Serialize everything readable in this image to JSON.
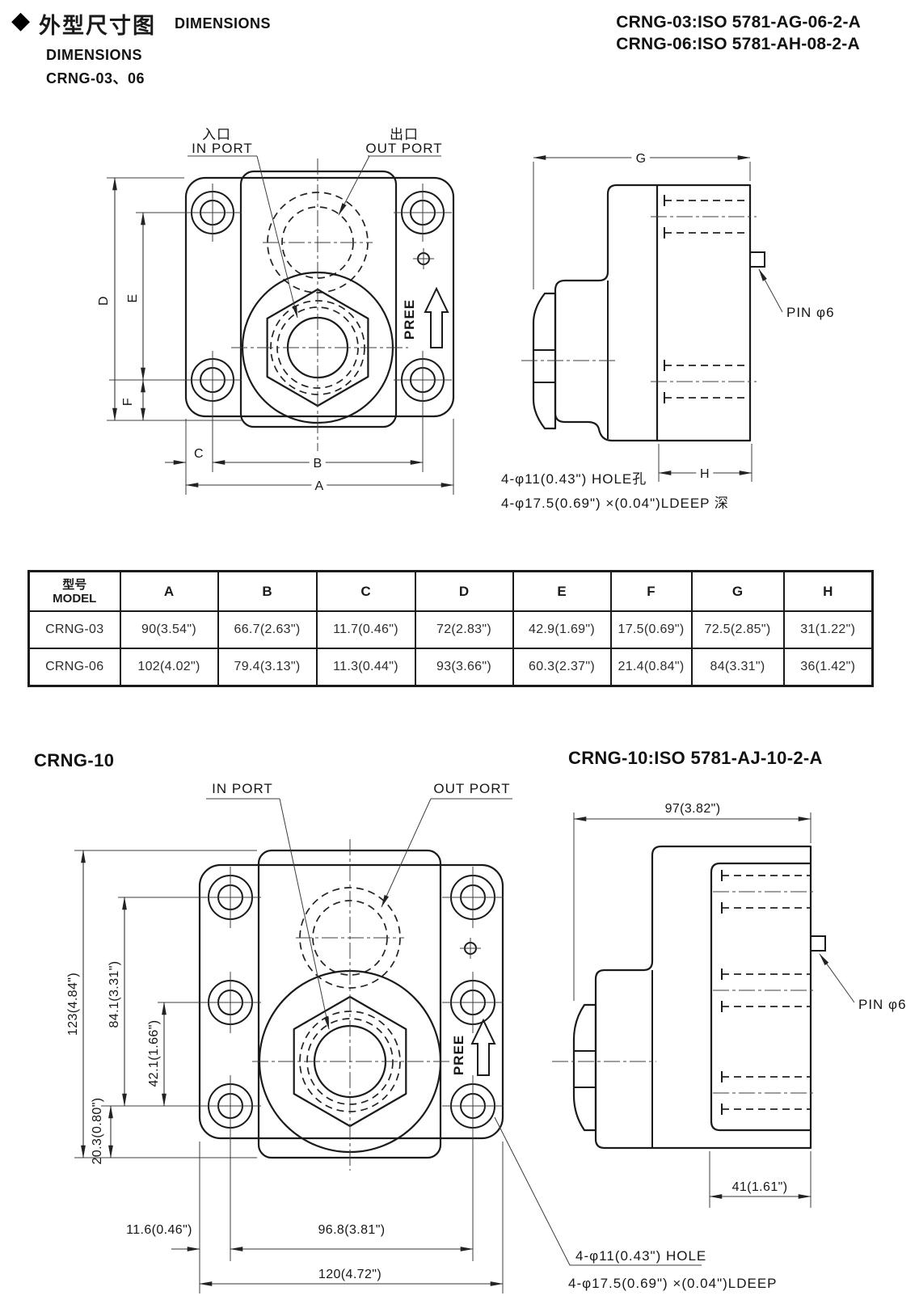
{
  "header": {
    "diamond": "◆",
    "title_zh": "外型尺寸图",
    "title_en": "DIMENSIONS",
    "subtitle_en": "DIMENSIONS",
    "subtitle_models": "CRNG-03、06",
    "iso_line1": "CRNG-03:ISO 5781-AG-06-2-A",
    "iso_line2": "CRNG-06:ISO 5781-AH-08-2-A"
  },
  "fig1": {
    "in_port_zh": "入口",
    "in_port_en": "IN PORT",
    "out_port_zh": "出口",
    "out_port_en": "OUT PORT",
    "free_arrow": "PREE",
    "pin_label": "PIN φ6",
    "note_hole": "4-φ11(0.43\") HOLE孔",
    "note_deep": "4-φ17.5(0.69\") ×(0.04\")LDEEP 深",
    "letters": {
      "a": "A",
      "b": "B",
      "c": "C",
      "d": "D",
      "e": "E",
      "f": "F",
      "g": "G",
      "h": "H"
    }
  },
  "table": {
    "header_model_zh": "型号",
    "header_model_en": "MODEL",
    "columns": [
      "A",
      "B",
      "C",
      "D",
      "E",
      "F",
      "G",
      "H"
    ],
    "rows": [
      {
        "model": "CRNG-03",
        "values": [
          "90(3.54\")",
          "66.7(2.63\")",
          "11.7(0.46\")",
          "72(2.83\")",
          "42.9(1.69\")",
          "17.5(0.69\")",
          "72.5(2.85\")",
          "31(1.22\")"
        ]
      },
      {
        "model": "CRNG-06",
        "values": [
          "102(4.02\")",
          "79.4(3.13\")",
          "11.3(0.44\")",
          "93(3.66\")",
          "60.3(2.37\")",
          "21.4(0.84\")",
          "84(3.31\")",
          "36(1.42\")"
        ]
      }
    ]
  },
  "section2": {
    "title": "CRNG-10",
    "iso": "CRNG-10:ISO 5781-AJ-10-2-A"
  },
  "fig2": {
    "in_port": "IN PORT",
    "out_port": "OUT PORT",
    "free_arrow": "PREE",
    "pin_label": "PIN φ6",
    "dim_depth": "97(3.82\")",
    "dim_height": "123(4.84\")",
    "dim_holes_v": "84.1(3.31\")",
    "dim_holes_mid": "42.1(1.66\")",
    "dim_bottom_offset": "20.3(0.80\")",
    "dim_left_offset": "11.6(0.46\")",
    "dim_holes_h": "96.8(3.81\")",
    "dim_width": "120(4.72\")",
    "dim_block": "41(1.61\")",
    "note_hole": "4-φ11(0.43\") HOLE",
    "note_deep": "4-φ17.5(0.69\") ×(0.04\")LDEEP"
  }
}
